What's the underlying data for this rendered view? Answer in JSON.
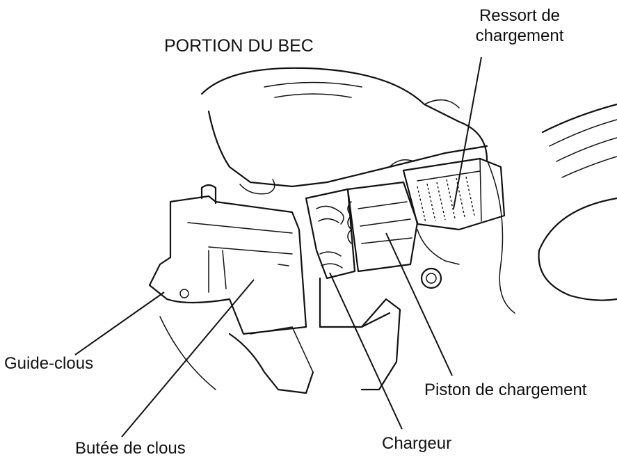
{
  "title": "PORTION DU BEC",
  "labels": {
    "ressort_line1": "Ressort de",
    "ressort_line2": "chargement",
    "guide_clous": "Guide-clous",
    "piston": "Piston de chargement",
    "butee": "Butée de clous",
    "chargeur": "Chargeur"
  }
}
